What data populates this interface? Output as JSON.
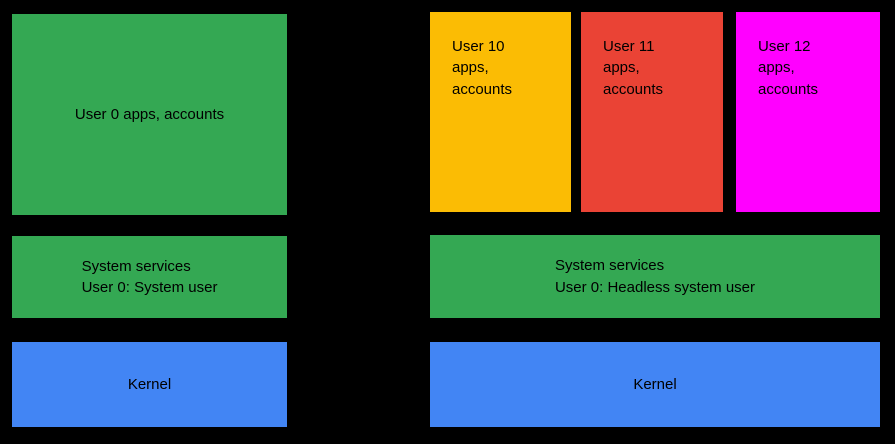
{
  "diagram": {
    "type": "architecture-layer-diagram",
    "background_color": "#000000",
    "text_color": "#000000",
    "panels": [
      {
        "id": "single-user-device",
        "side": "left",
        "boxes": [
          {
            "id": "user0-apps",
            "label": "User 0 apps, accounts",
            "color": "#34A853",
            "layer": "apps"
          },
          {
            "id": "system-services-left",
            "label": "System services\nUser 0: System user",
            "color": "#34A853",
            "layer": "system-services"
          },
          {
            "id": "kernel-left",
            "label": "Kernel",
            "color": "#4285F4",
            "layer": "kernel"
          }
        ]
      },
      {
        "id": "headless-multi-user-device",
        "side": "right",
        "boxes": [
          {
            "id": "user10-apps",
            "label": "User 10\napps,\naccounts",
            "color": "#FBBC04",
            "layer": "apps"
          },
          {
            "id": "user11-apps",
            "label": "User 11\napps,\naccounts",
            "color": "#EA4335",
            "layer": "apps"
          },
          {
            "id": "user12-apps",
            "label": "User 12\napps,\naccounts",
            "color": "#FF00FF",
            "layer": "apps"
          },
          {
            "id": "system-services-right",
            "label": "System services\nUser 0: Headless system user",
            "color": "#34A853",
            "layer": "system-services"
          },
          {
            "id": "kernel-right",
            "label": "Kernel",
            "color": "#4285F4",
            "layer": "kernel"
          }
        ]
      }
    ],
    "colors": {
      "green": "#34A853",
      "blue": "#4285F4",
      "yellow": "#FBBC04",
      "red": "#EA4335",
      "magenta": "#FF00FF",
      "background": "#000000"
    }
  }
}
